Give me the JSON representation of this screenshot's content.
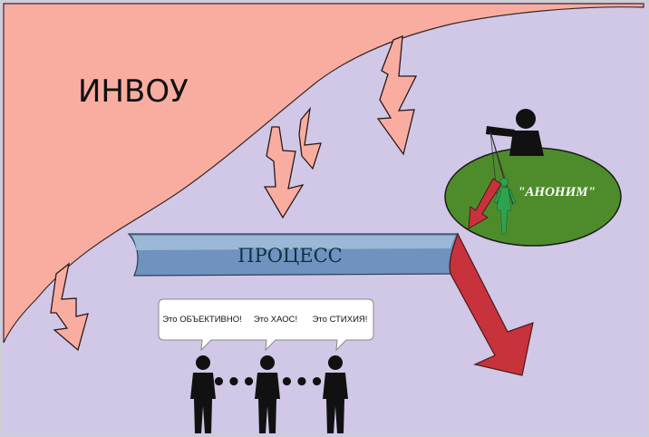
{
  "inbou": {
    "label": "ИНВОУ"
  },
  "process": {
    "label": "ПРОЦЕСС"
  },
  "anonym": {
    "label": "\"АНОНИМ\""
  },
  "speech": {
    "items": [
      {
        "text": "Это ОБЪЕКТИВНО!"
      },
      {
        "text": "Это ХАОС!"
      },
      {
        "text": "Это СТИХИЯ!"
      }
    ]
  },
  "ellipsis": [
    "•••",
    "•••"
  ],
  "colors": {
    "inbou_region": "#f9ada0",
    "background": "#d0c8e6",
    "influence_arrow": "#f9ada0",
    "process_band": "#6f93be",
    "process_band_light": "#a9c1dc",
    "outcome_arrow": "#c8323d",
    "anonym_ellipse": "#4e8c2b",
    "puppet": "#2ea24e",
    "figure": "#111111"
  },
  "icons": [
    "puppeteer-icon",
    "puppet-icon",
    "person-icon"
  ]
}
